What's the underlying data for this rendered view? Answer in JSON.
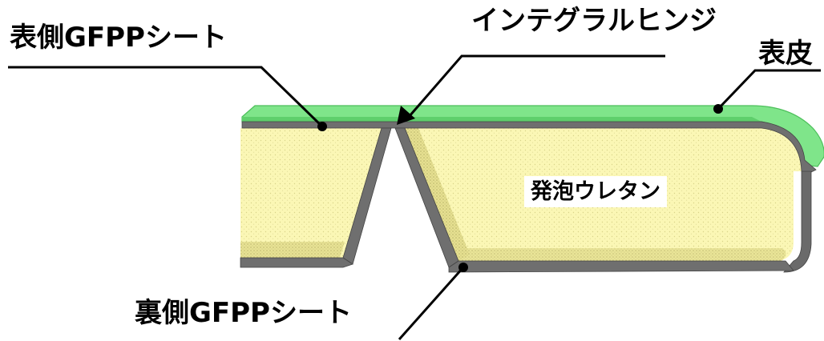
{
  "labels": {
    "top_sheet": "表側GFPPシート",
    "hinge": "インテグラルヒンジ",
    "skin": "表皮",
    "foam": "発泡ウレタン",
    "bottom_sheet": "裏側GFPPシート"
  },
  "colors": {
    "skin": "#7fe58a",
    "skin_edge": "#4cbf5a",
    "sheet": "#6f6f6f",
    "sheet_dark": "#4a4a4a",
    "foam": "#fbf7b5",
    "foam_dots": "#d9d48a",
    "background": "#ffffff"
  }
}
